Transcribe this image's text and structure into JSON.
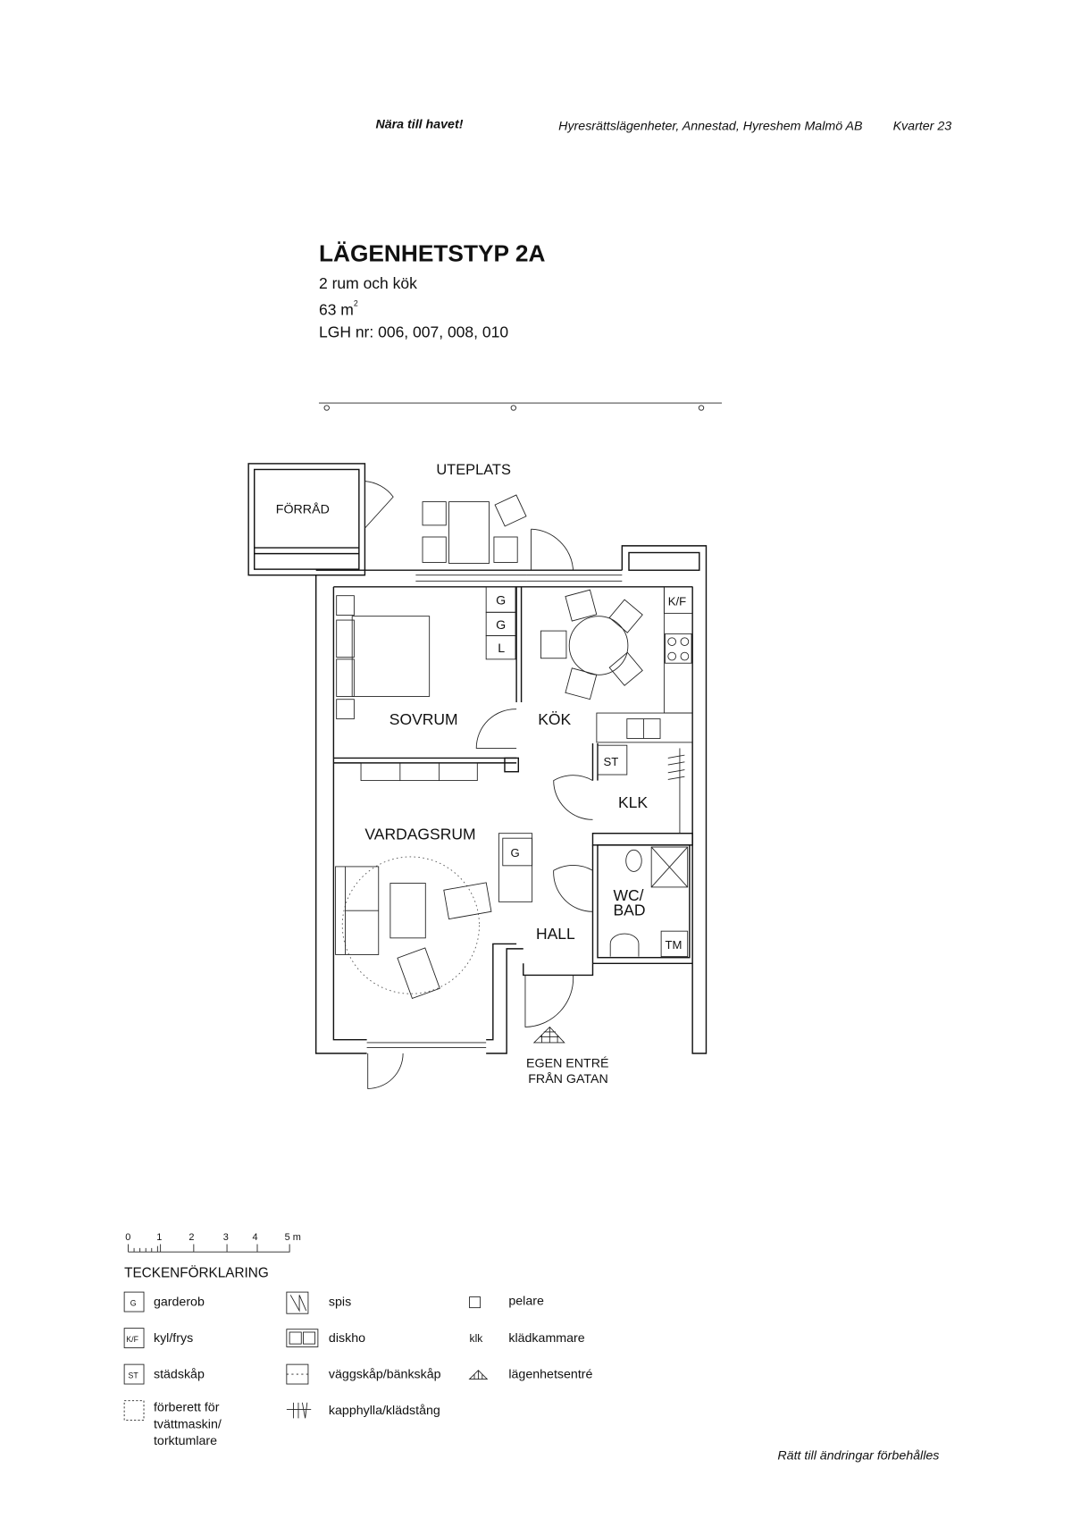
{
  "header": {
    "tagline": "Nära till havet!",
    "publisher": "Hyresrättslägenheter, Annestad, Hyreshem Malmö AB",
    "block": "Kvarter 23"
  },
  "apartment": {
    "title": "LÄGENHETSTYP 2A",
    "rooms": "2 rum och kök",
    "area": "63 m",
    "area_unit_sup": "2",
    "numbers": "LGH nr: 006, 007, 008, 010"
  },
  "plan": {
    "labels": {
      "uteplats": "UTEPLATS",
      "forrad": "FÖRRÅD",
      "sovrum": "SOVRUM",
      "kok": "KÖK",
      "klk": "KLK",
      "vardagsrum": "VARDAGSRUM",
      "hall": "HALL",
      "wc1": "WC/",
      "wc2": "BAD",
      "entry1": "EGEN ENTRÉ",
      "entry2": "FRÅN GATAN"
    },
    "fixtures": {
      "g": "G",
      "l": "L",
      "kf": "K/F",
      "st": "ST",
      "tm": "TM"
    }
  },
  "scale": {
    "ticks": [
      "0",
      "1",
      "2",
      "3",
      "4",
      "5 m"
    ]
  },
  "legend": {
    "title": "TECKENFÖRKLARING",
    "items": [
      {
        "symbol": "G",
        "label": "garderob"
      },
      {
        "symbol": "K/F",
        "label": "kyl/frys"
      },
      {
        "symbol": "ST",
        "label": "städskåp"
      },
      {
        "symbol": "",
        "label_lines": [
          "förberett för",
          "tvättmaskin/",
          "torktumlare"
        ]
      },
      {
        "symbol": "",
        "label": "spis"
      },
      {
        "symbol": "",
        "label": "diskho"
      },
      {
        "symbol": "",
        "label": "väggskåp/bänkskåp"
      },
      {
        "symbol": "",
        "label": "kapphylla/klädstång"
      },
      {
        "symbol": "",
        "label": "pelare"
      },
      {
        "symbol": "klk",
        "label": "klädkammare"
      },
      {
        "symbol": "",
        "label": "lägenhetsentré"
      }
    ]
  },
  "footer": {
    "note": "Rätt till ändringar förbehålles"
  }
}
